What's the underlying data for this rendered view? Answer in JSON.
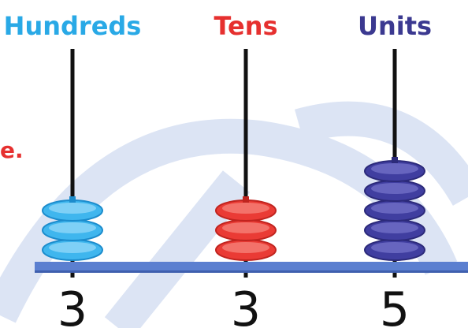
{
  "abacus": {
    "columns": [
      {
        "label": "Hundreds",
        "beads": 3,
        "digit": "3",
        "color": "#29a9e6"
      },
      {
        "label": "Tens",
        "beads": 3,
        "digit": "3",
        "color": "#e6302f"
      },
      {
        "label": "Units",
        "beads": 5,
        "digit": "5",
        "color": "#3b3990"
      }
    ],
    "bead_colors": {
      "hundreds": {
        "base": "#3fb6ee",
        "light": "#8bd5f7",
        "dark": "#1c8ccc"
      },
      "tens": {
        "base": "#ea3b35",
        "light": "#f47d73",
        "dark": "#c0241f"
      },
      "units": {
        "base": "#403ea0",
        "light": "#6e6cc4",
        "dark": "#2c2a7a"
      }
    },
    "rod_color": "#111111",
    "base_color": "#5b7fd0",
    "watermark_color": "#b7c7e9",
    "edge_fragment": "e."
  }
}
